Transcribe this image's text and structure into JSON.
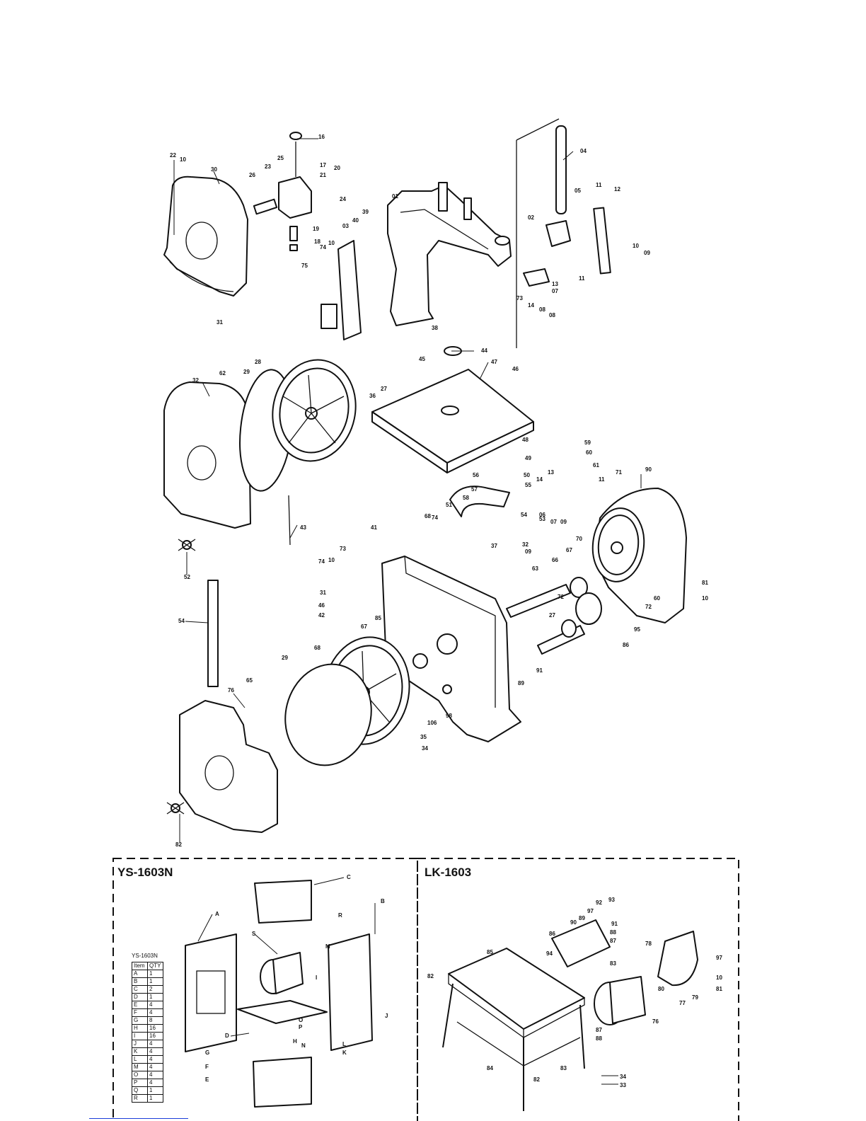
{
  "panels": [
    {
      "title": "YS-1603N"
    },
    {
      "title": "LK-1603"
    }
  ],
  "qty_table": {
    "caption": "YS-1603N",
    "header": [
      "Item",
      "QTY"
    ],
    "rows": [
      [
        "A",
        "1"
      ],
      [
        "B",
        "1"
      ],
      [
        "C",
        "2"
      ],
      [
        "D",
        "1"
      ],
      [
        "E",
        "4"
      ],
      [
        "F",
        "4"
      ],
      [
        "G",
        "8"
      ],
      [
        "H",
        "16"
      ],
      [
        "I",
        "16"
      ],
      [
        "J",
        "4"
      ],
      [
        "K",
        "4"
      ],
      [
        "L",
        "4"
      ],
      [
        "M",
        "4"
      ],
      [
        "O",
        "4"
      ],
      [
        "P",
        "4"
      ],
      [
        "Q",
        "1"
      ],
      [
        "R",
        "1"
      ]
    ]
  },
  "callouts_main": [
    "16",
    "22",
    "10",
    "30",
    "17",
    "25",
    "23",
    "26",
    "20",
    "21",
    "24",
    "19",
    "18",
    "31",
    "74",
    "10",
    "75",
    "03",
    "40",
    "39",
    "01",
    "04",
    "05",
    "11",
    "12",
    "02",
    "10",
    "09",
    "13",
    "11",
    "73",
    "14",
    "08",
    "07",
    "08",
    "38",
    "44",
    "45",
    "47",
    "46",
    "32",
    "62",
    "29",
    "28",
    "27",
    "36",
    "48",
    "49",
    "56",
    "57",
    "58",
    "50",
    "59",
    "60",
    "61",
    "14",
    "13",
    "11",
    "55",
    "53",
    "51",
    "54",
    "06",
    "07",
    "09",
    "71",
    "90",
    "52",
    "74",
    "68",
    "43",
    "73",
    "10",
    "74",
    "41",
    "37",
    "09",
    "32",
    "66",
    "70",
    "67",
    "63",
    "31",
    "46",
    "42",
    "54",
    "67",
    "85",
    "72",
    "27",
    "95",
    "81",
    "10",
    "60",
    "86",
    "91",
    "89",
    "72",
    "29",
    "65",
    "68",
    "106",
    "98",
    "35",
    "34",
    "76",
    "82"
  ],
  "callouts_ys": [
    "C",
    "B",
    "A",
    "R",
    "S",
    "M",
    "I",
    "D",
    "O",
    "P",
    "H",
    "J",
    "L",
    "K",
    "G",
    "F",
    "E",
    "N"
  ],
  "callouts_lk": [
    "92",
    "93",
    "97",
    "89",
    "90",
    "91",
    "88",
    "87",
    "86",
    "85",
    "94",
    "83",
    "82",
    "78",
    "77",
    "79",
    "97",
    "10",
    "81",
    "80",
    "76",
    "87",
    "88",
    "84",
    "83",
    "82",
    "34",
    "33"
  ]
}
